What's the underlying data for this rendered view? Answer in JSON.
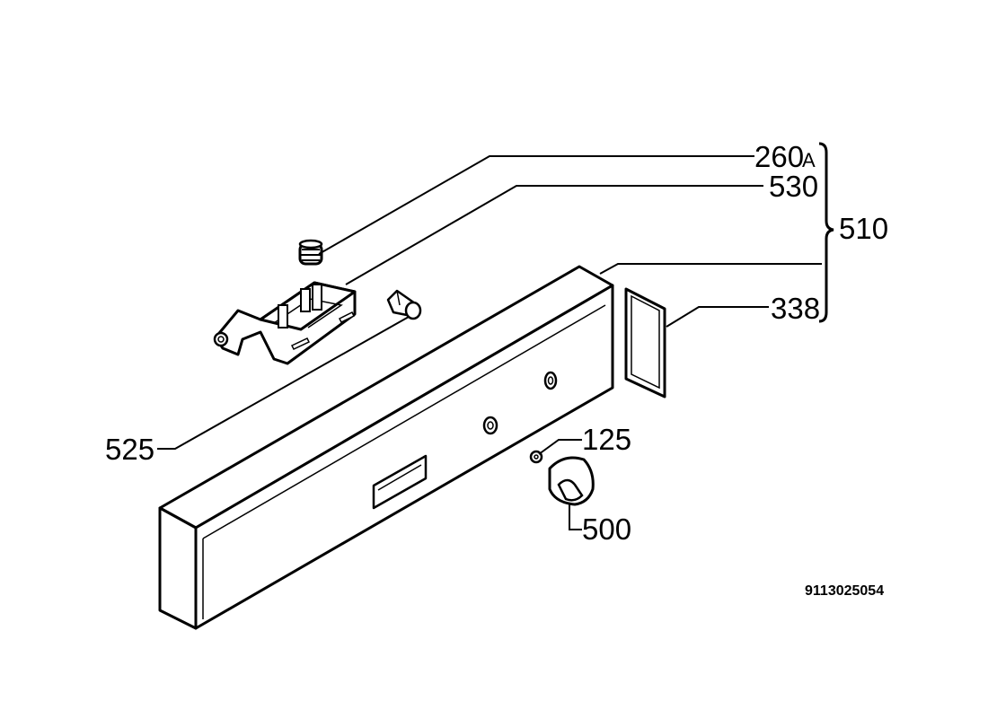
{
  "labels": {
    "p260": "260",
    "p260_suffix": "A",
    "p530": "530",
    "p510": "510",
    "p338": "338",
    "p525": "525",
    "p125": "125",
    "p500": "500"
  },
  "drawing_code": "9113025054"
}
